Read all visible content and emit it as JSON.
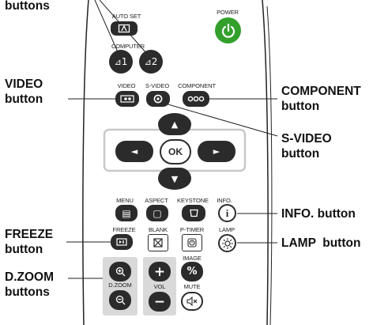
{
  "callouts": {
    "computer": "buttons",
    "video": "VIDEO\nbutton",
    "component": "COMPONENT\nbutton",
    "svideo": "S-VIDEO\nbutton",
    "info": "INFO. button",
    "freeze": "FREEZE\nbutton",
    "lamp": "LAMP  button",
    "dzoom": "D.ZOOM\nbuttons"
  },
  "remote": {
    "auto_set": "AUTO SET",
    "power": "POWER",
    "computer": "COMPUTER",
    "computer_1": "1",
    "computer_2": "2",
    "video": "VIDEO",
    "s_video": "S-VIDEO",
    "component": "COMPONENT",
    "ok": "OK",
    "menu": "MENU",
    "aspect": "ASPECT",
    "keystone": "KEYSTONE",
    "info": "INFO.",
    "freeze": "FREEZE",
    "blank": "BLANK",
    "p_timer": "P-TIMER",
    "lamp": "LAMP",
    "image": "IMAGE",
    "d_zoom": "D.ZOOM",
    "vol": "VOL",
    "mute": "MUTE"
  },
  "colors": {
    "power": "#33a02c",
    "button": "#2b2b2b",
    "panel": "#d9d9d9"
  }
}
